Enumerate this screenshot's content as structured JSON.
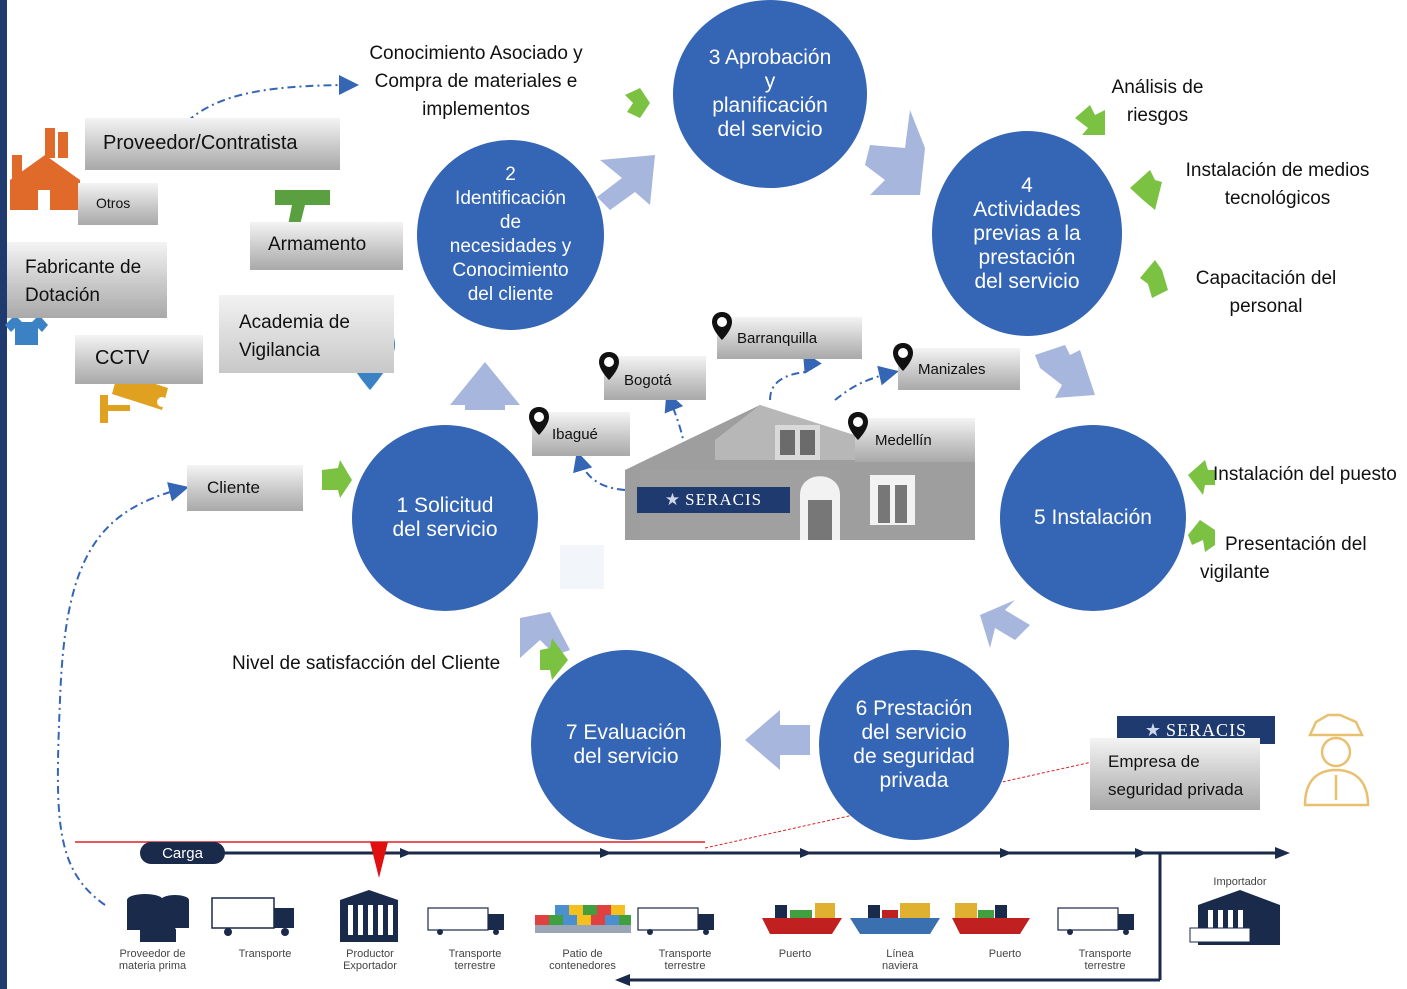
{
  "steps": {
    "s1": "1 Solicitud\ndel servicio",
    "s2": "2\nIdentificación\nde\nnecesidades y\nConocimiento\ndel cliente",
    "s3": "3 Aprobación\ny\nplanificación\ndel servicio",
    "s4": "4\nActividades\nprevias a la\nprestación\ndel servicio",
    "s5": "5 Instalación",
    "s6": "6 Prestación\ndel servicio\nde seguridad\nprivada",
    "s7": "7 Evaluación\ndel servicio"
  },
  "suppliers": {
    "proveedor": "Proveedor/Contratista",
    "otros": "Otros",
    "fabricante": "Fabricante de\nDotación",
    "armamento": "Armamento",
    "academia": "Academia de\nVigilancia",
    "cctv": "CCTV",
    "cliente": "Cliente"
  },
  "annotations": {
    "conocimiento": "Conocimiento Asociado y\nCompra de materiales e\nimplementos",
    "analisis": "Análisis de\nriesgos",
    "medios": "Instalación de medios\ntecnológicos",
    "capacitacion": "Capacitación del\npersonal",
    "puesto": "Instalación del puesto",
    "presentacion": "Presentación del\nvigilante",
    "satisfaccion": "Nivel de satisfacción del Cliente",
    "empresa": "Empresa de\nseguridad privada"
  },
  "cities": {
    "ibague": "Ibagué",
    "bogota": "Bogotá",
    "barranquilla": "Barranquilla",
    "manizales": "Manizales",
    "medellin": "Medellín"
  },
  "brand": "SERACIS",
  "supply_chain": {
    "carga": "Carga",
    "importador": "Importador",
    "stages": [
      "Proveedor de\nmateria prima",
      "Transporte",
      "Productor\nExportador",
      "Transporte\nterrestre",
      "Patio de\ncontenedores",
      "Transporte\nterrestre",
      "Puerto",
      "Línea\nnaviera",
      "Puerto",
      "Transporte\nterrestre"
    ]
  },
  "colors": {
    "circle": "#3565b5",
    "arrow_light": "#a6b6dc",
    "arrow_green": "#7cc242",
    "navy": "#1f3a6e"
  }
}
